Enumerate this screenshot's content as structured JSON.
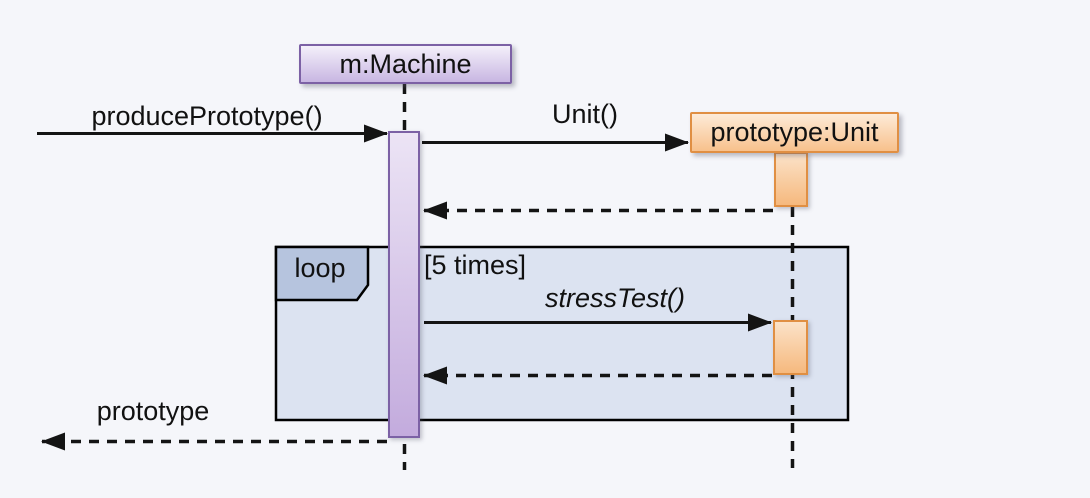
{
  "diagram": {
    "type": "uml-sequence-diagram",
    "background": "#f5f6fa",
    "lifelines": [
      {
        "id": "machine",
        "label": "m:Machine",
        "fill_top": "#f4f0fa",
        "fill_bottom": "#c8b6e2",
        "border_color": "#7c61a5"
      },
      {
        "id": "prototype-unit",
        "label": "prototype:Unit",
        "fill_top": "#fdebd8",
        "fill_bottom": "#f8c18c",
        "border_color": "#e08f43"
      }
    ],
    "messages": [
      {
        "label": "producePrototype()",
        "kind": "sync-call",
        "from": "environment",
        "to": "machine"
      },
      {
        "label": "Unit()",
        "kind": "create-call",
        "from": "machine",
        "to": "prototype-unit"
      },
      {
        "label": "",
        "kind": "return",
        "from": "prototype-unit",
        "to": "machine"
      },
      {
        "label": "stressTest()",
        "kind": "sync-call",
        "style": "italic",
        "from": "machine",
        "to": "prototype-unit"
      },
      {
        "label": "",
        "kind": "return",
        "from": "prototype-unit",
        "to": "machine"
      },
      {
        "label": "prototype",
        "kind": "return",
        "from": "machine",
        "to": "environment"
      }
    ],
    "fragment": {
      "operator": "loop",
      "guard": "[5 times]",
      "frame_fill": "#dce3f1",
      "tab_fill": "#b6c4de",
      "border_color": "#000000"
    },
    "line_color": "#141414"
  }
}
